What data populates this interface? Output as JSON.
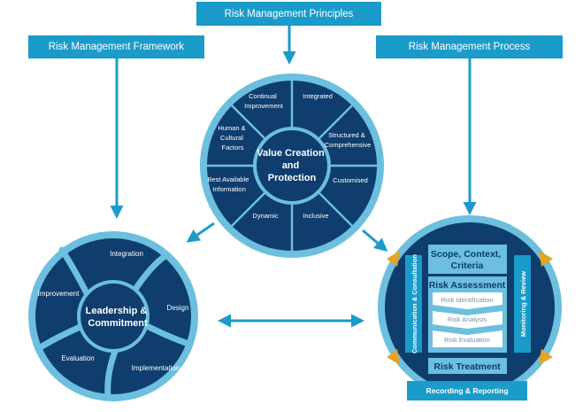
{
  "headers": {
    "principles": "Risk Management Principles",
    "framework": "Risk Management Framework",
    "process": "Risk Management Process"
  },
  "principles": {
    "center": [
      "Value Creation",
      "and",
      "Protection"
    ],
    "segments": {
      "integrated": [
        "Integrated"
      ],
      "structured": [
        "Structured &",
        "Comprehensive"
      ],
      "customised": [
        "Customised"
      ],
      "inclusive": [
        "Inclusive"
      ],
      "dynamic": [
        "Dynamic"
      ],
      "best_info": [
        "Best Available",
        "Information"
      ],
      "human": [
        "Human &",
        "Cultural",
        "Factors"
      ],
      "continual": [
        "Continual",
        "Improvement"
      ]
    }
  },
  "framework": {
    "center": [
      "Leadership &",
      "Commitment"
    ],
    "segments": {
      "integration": "Integration",
      "design": "Design",
      "implementation": "Implementation",
      "evaluation": "Evaluation",
      "improvement": "Improvement"
    }
  },
  "process": {
    "scope": [
      "Scope, Context,",
      "Criteria"
    ],
    "assessment_title": "Risk Assessment",
    "identification": "Risk Identification",
    "analysis": "Risk Analysis",
    "evaluation": "Risk Evaluation",
    "treatment": "Risk Treatment",
    "communication": "Communication & Consultation",
    "monitoring": "Monitoring & Review",
    "recording": "Recording & Reporting"
  },
  "colors": {
    "header_bg": "#1a9bc9",
    "ring": "#6cbfde",
    "dark_navy": "#0e3d6e",
    "accent_gold": "#e3a526"
  }
}
